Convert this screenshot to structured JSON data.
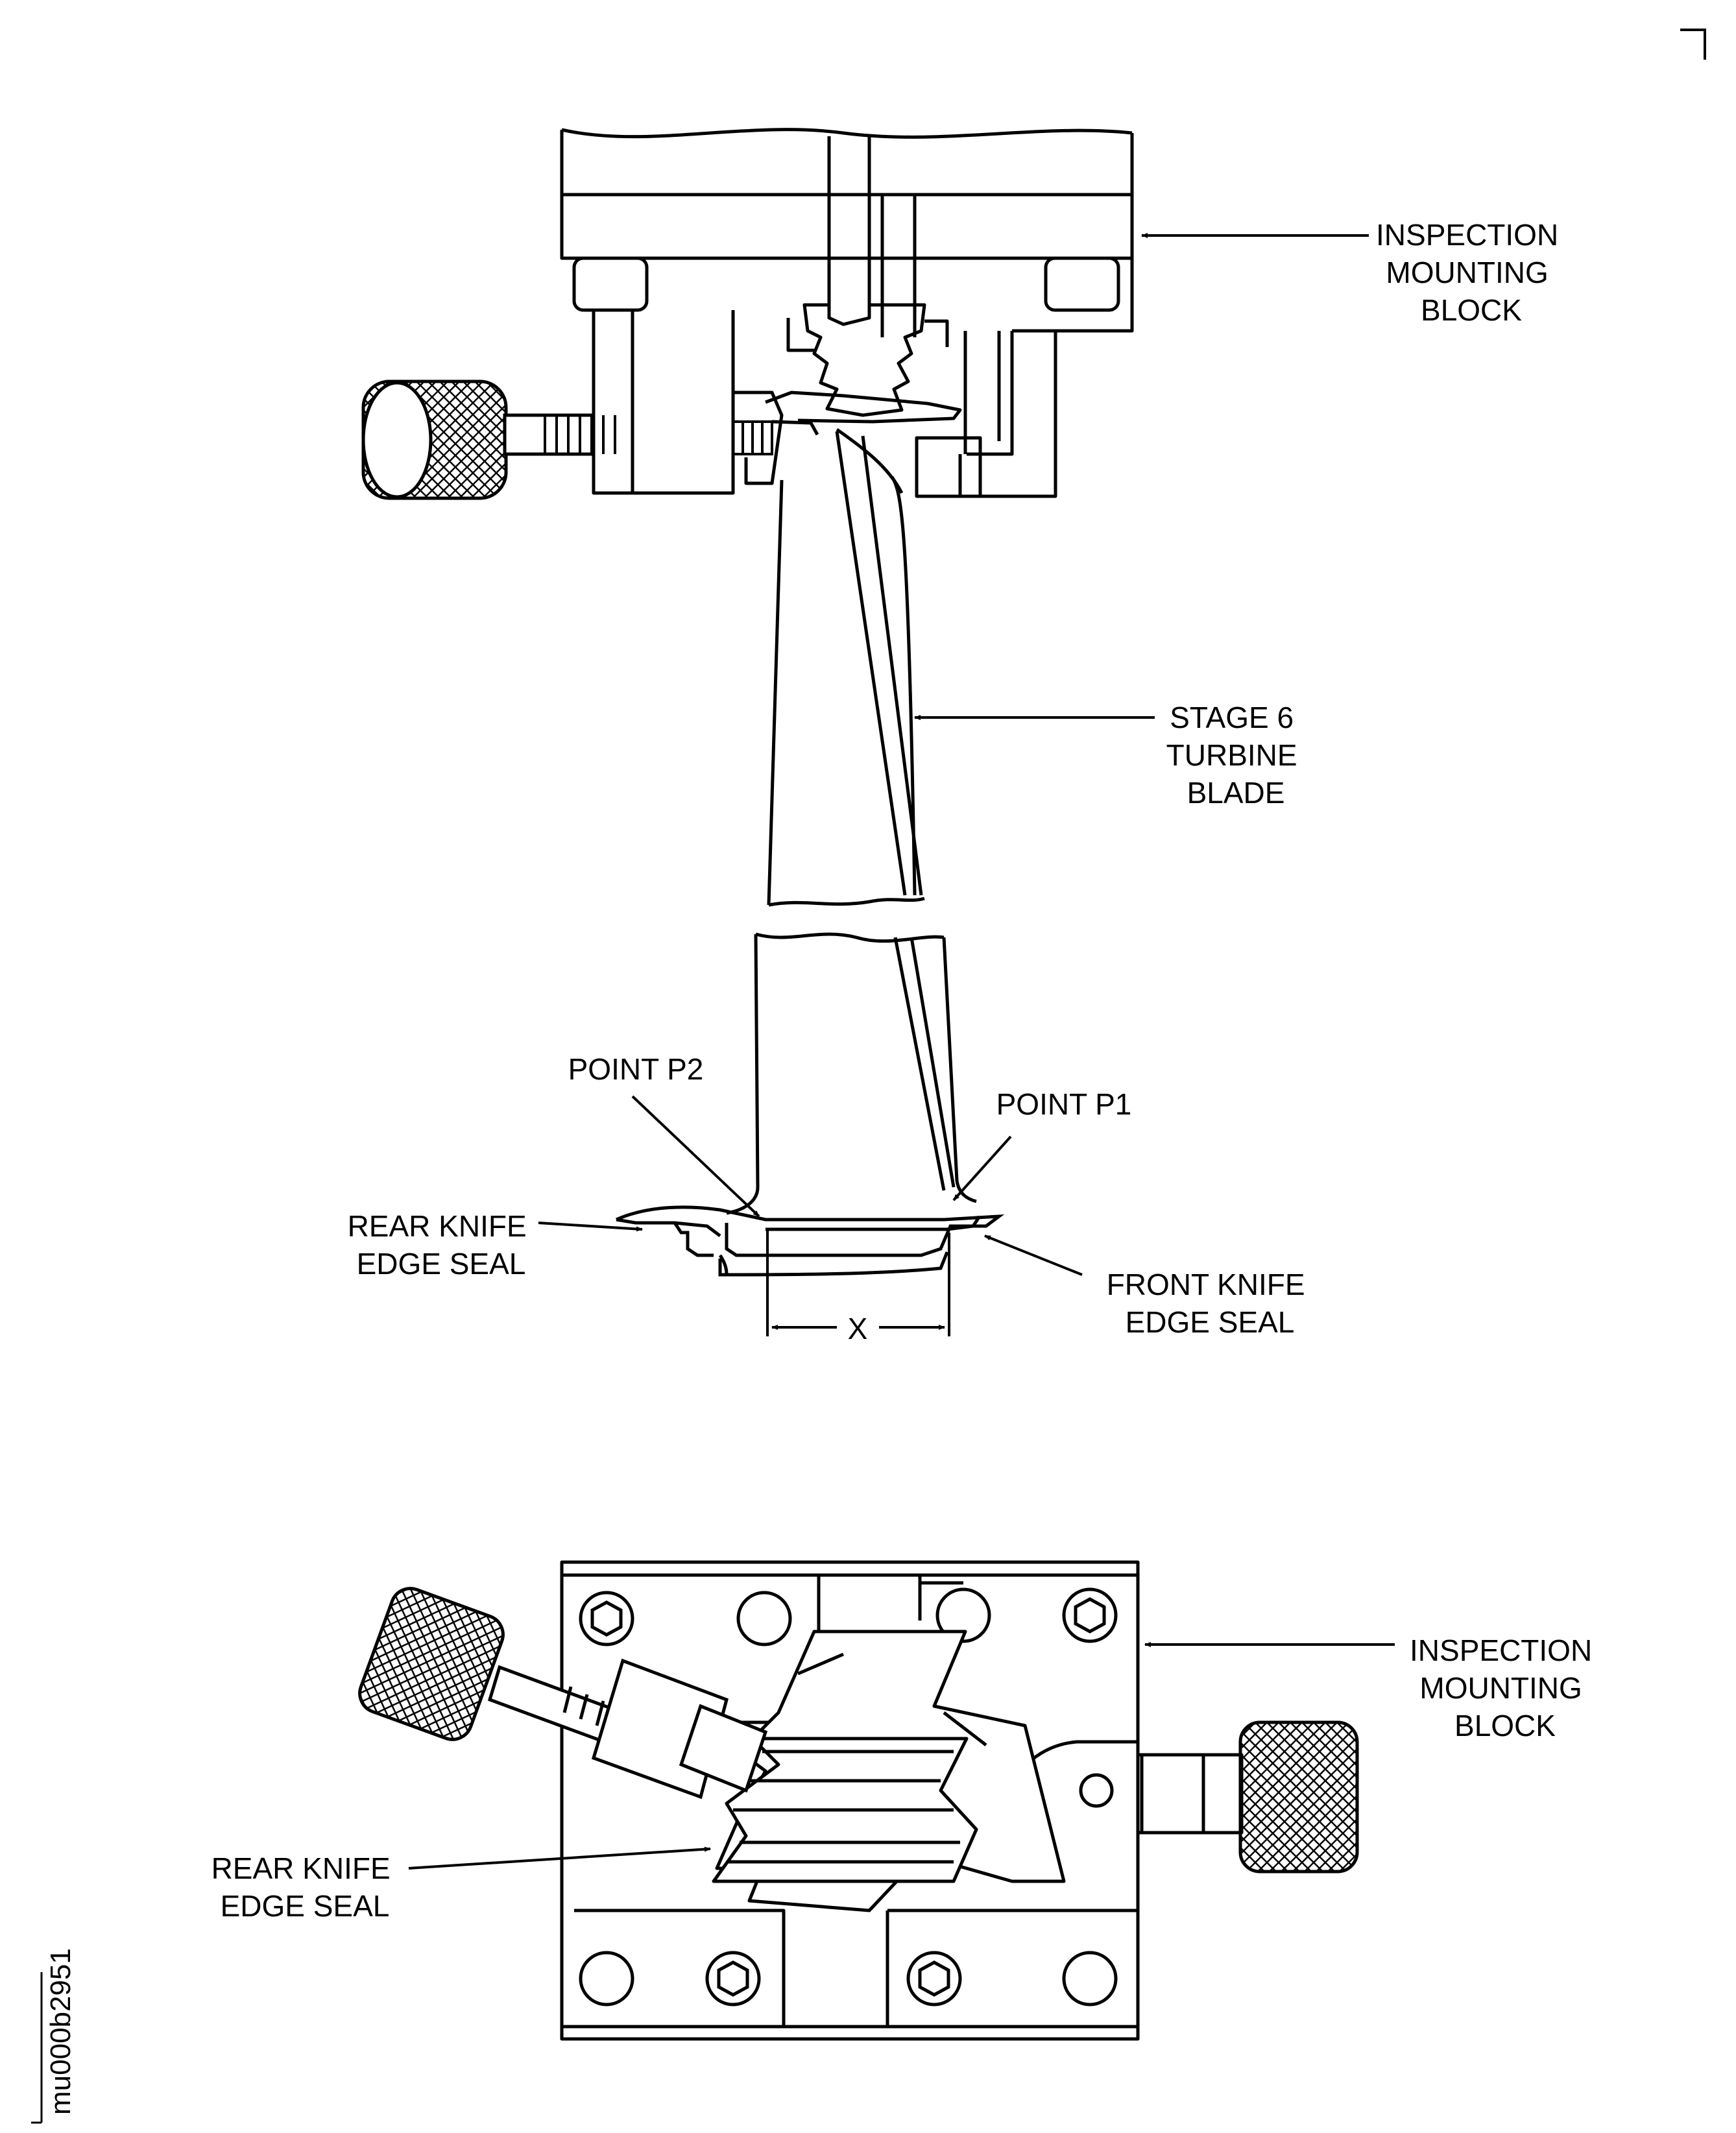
{
  "labels": {
    "top_block": [
      "INSPECTION",
      "MOUNTING",
      "BLOCK"
    ],
    "blade": [
      "STAGE 6",
      "TURBINE",
      "BLADE"
    ],
    "point_p2": "POINT P2",
    "point_p1": "POINT P1",
    "rear_seal_top": [
      "REAR KNIFE",
      "EDGE SEAL"
    ],
    "front_seal": [
      "FRONT KNIFE",
      "EDGE SEAL"
    ],
    "dimension": "X",
    "bottom_block": [
      "INSPECTION",
      "MOUNTING",
      "BLOCK"
    ],
    "rear_seal_bottom": [
      "REAR KNIFE",
      "EDGE SEAL"
    ]
  },
  "figure_code": "mu000b2951"
}
